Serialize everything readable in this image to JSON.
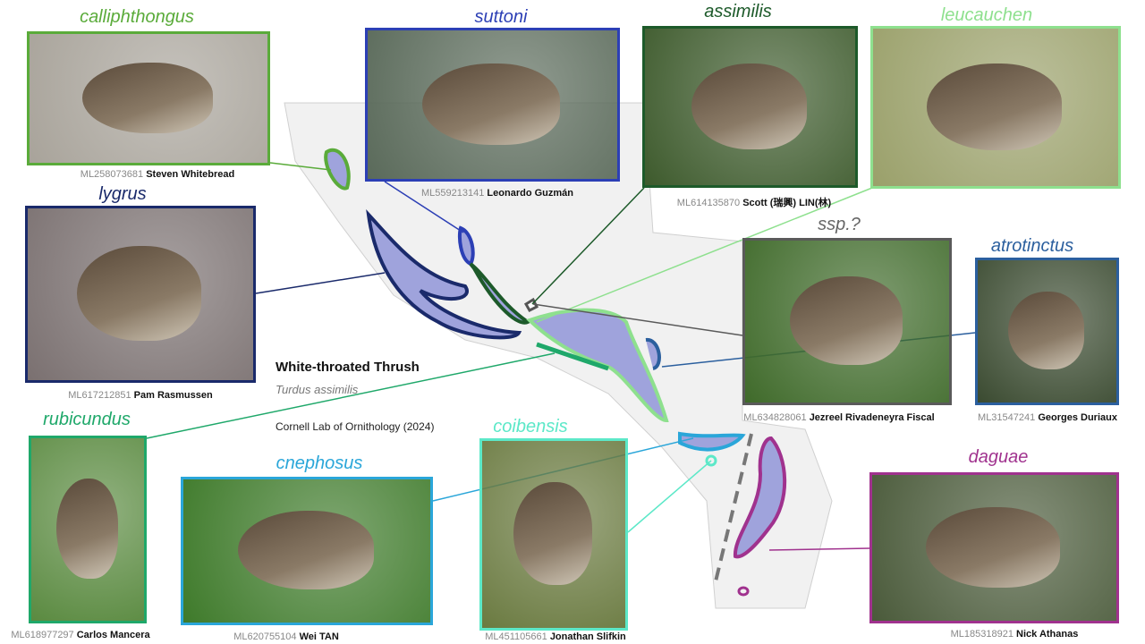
{
  "map": {
    "title": "White-throated Thrush",
    "species": "Turdus assimilis",
    "credit": "Cornell Lab of Ornithology (2024)",
    "range_fill": "#9fa3dc"
  },
  "subspecies": [
    {
      "key": "callipthongus",
      "name": "calliphthongus",
      "color": "#5aab3a",
      "id": "ML258073681",
      "author": "Steven Whitebread"
    },
    {
      "key": "suttoni",
      "name": "suttoni",
      "color": "#2c3fb5",
      "id": "ML559213141",
      "author": "Leonardo Guzmán"
    },
    {
      "key": "assimilis",
      "name": "assimilis",
      "color": "#1d5a2a",
      "id": "ML614135870",
      "author": "Scott (瑞興) LIN(林)"
    },
    {
      "key": "leucauchen",
      "name": "leucauchen",
      "color": "#8ee08e"
    },
    {
      "key": "lygrus",
      "name": "lygrus",
      "color": "#1a2a6b",
      "id": "ML617212851",
      "author": "Pam Rasmussen"
    },
    {
      "key": "ssp",
      "name": "ssp.?",
      "color": "#5a5a5a",
      "id": "ML634828061",
      "author": "Jezreel Rivadeneyra Fiscal"
    },
    {
      "key": "atrotinctus",
      "name": "atrotinctus",
      "color": "#2b5f9e",
      "id": "ML31547241",
      "author": "Georges Duriaux"
    },
    {
      "key": "rubicundus",
      "name": "rubicundus",
      "color": "#1fa86a",
      "id": "ML618977297",
      "author": "Carlos Mancera"
    },
    {
      "key": "cnephosus",
      "name": "cnephosus",
      "color": "#2aa6d9",
      "id": "ML620755104",
      "author": "Wei TAN"
    },
    {
      "key": "coibensis",
      "name": "coibensis",
      "color": "#5ce8c8",
      "id": "ML451105661",
      "author": "Jonathan Slifkin"
    },
    {
      "key": "daguae",
      "name": "daguae",
      "color": "#a0328e",
      "id": "ML185318921",
      "author": "Nick Athanas"
    }
  ]
}
